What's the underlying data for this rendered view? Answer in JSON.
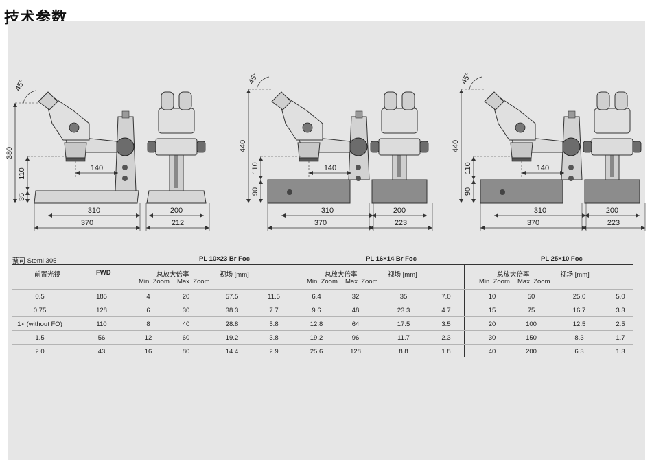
{
  "title": "技术参数",
  "drawings": [
    {
      "angle": "45°",
      "dims": {
        "height": "380",
        "working": "110",
        "base": "35",
        "depth_offset": "140",
        "w1": "310",
        "w2": "370",
        "front_w1": "200",
        "front_w2": "212"
      }
    },
    {
      "angle": "45°",
      "dims": {
        "height": "440",
        "working": "110",
        "base": "90",
        "depth_offset": "140",
        "w1": "310",
        "w2": "370",
        "front_w1": "200",
        "front_w2": "223"
      }
    },
    {
      "angle": "45°",
      "dims": {
        "height": "440",
        "working": "110",
        "base": "90",
        "depth_offset": "140",
        "w1": "310",
        "w2": "370",
        "front_w1": "200",
        "front_w2": "223"
      }
    }
  ],
  "table": {
    "model": "蔡司 Stemi 305",
    "groups": [
      "PL 10×23 Br Foc",
      "PL 16×14 Br Foc",
      "PL 25×10 Foc"
    ],
    "col_front_optics": "前置光镜",
    "col_fwd": "FWD",
    "col_total_mag": "总放大倍率",
    "col_min_zoom": "Min. Zoom",
    "col_max_zoom": "Max. Zoom",
    "col_field_g1": "视场 [mm]",
    "col_field_g2": "视场 [mm]",
    "col_field_g3": "视场 [mm]",
    "rows": [
      {
        "front": "0.5",
        "fwd": "185",
        "v": [
          "4",
          "20",
          "57.5",
          "11.5",
          "6.4",
          "32",
          "35",
          "7.0",
          "10",
          "50",
          "25.0",
          "5.0"
        ]
      },
      {
        "front": "0.75",
        "fwd": "128",
        "v": [
          "6",
          "30",
          "38.3",
          "7.7",
          "9.6",
          "48",
          "23.3",
          "4.7",
          "15",
          "75",
          "16.7",
          "3.3"
        ]
      },
      {
        "front": "1× (without FO)",
        "fwd": "110",
        "v": [
          "8",
          "40",
          "28.8",
          "5.8",
          "12.8",
          "64",
          "17.5",
          "3.5",
          "20",
          "100",
          "12.5",
          "2.5"
        ]
      },
      {
        "front": "1.5",
        "fwd": "56",
        "v": [
          "12",
          "60",
          "19.2",
          "3.8",
          "19.2",
          "96",
          "11.7",
          "2.3",
          "30",
          "150",
          "8.3",
          "1.7"
        ]
      },
      {
        "front": "2.0",
        "fwd": "43",
        "v": [
          "16",
          "80",
          "14.4",
          "2.9",
          "25.6",
          "128",
          "8.8",
          "1.8",
          "40",
          "200",
          "6.3",
          "1.3"
        ]
      }
    ]
  }
}
